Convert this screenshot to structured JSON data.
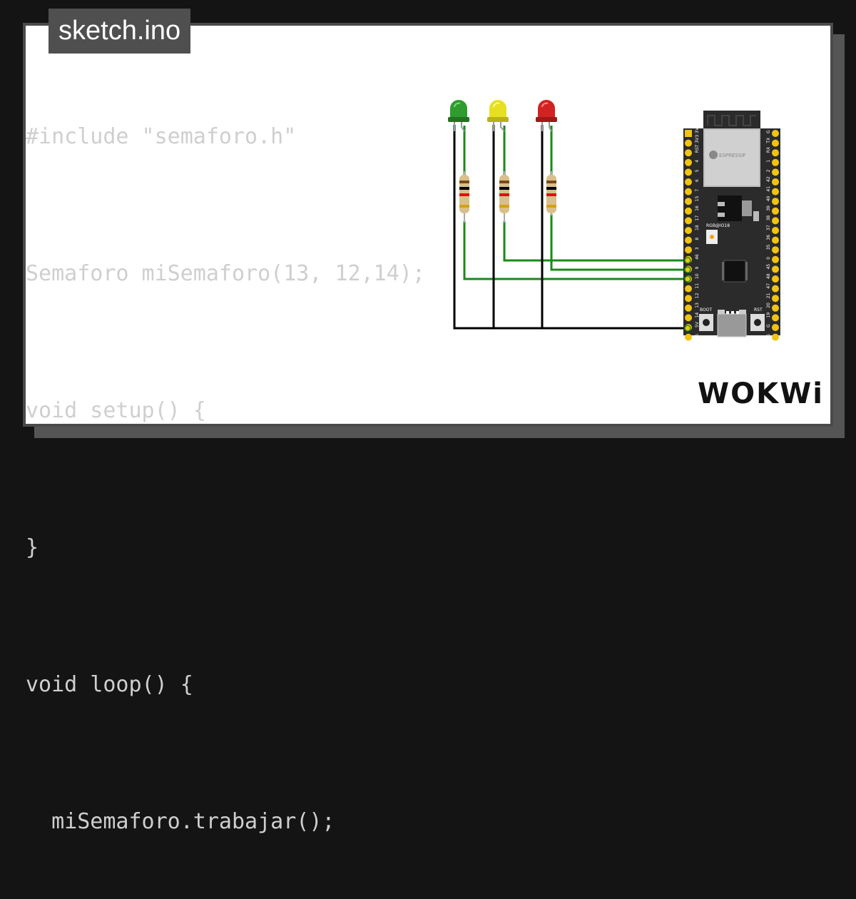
{
  "tab": {
    "filename": "sketch.ino"
  },
  "code_lines": [
    "#include \"semaforo.h\"",
    "Semaforo miSemaforo(13, 12,14);",
    "void setup() {",
    "}",
    "void loop() {",
    "  miSemaforo.trabajar();"
  ],
  "board": {
    "rgb_label": "RGB@IO18",
    "boot_label": "BOOT",
    "rst_label": "RST",
    "module_brand": "ESPRESSIF",
    "left_pins": [
      "3V3",
      "3V3",
      "RST",
      "4",
      "5",
      "6",
      "7",
      "15",
      "16",
      "17",
      "18",
      "8",
      "3",
      "46",
      "9",
      "10",
      "11",
      "12",
      "13",
      "14",
      "5V",
      "G"
    ],
    "right_pins": [
      "G",
      "TX",
      "RX",
      "1",
      "2",
      "42",
      "41",
      "40",
      "39",
      "38",
      "37",
      "36",
      "35",
      "0",
      "45",
      "48",
      "47",
      "21",
      "20",
      "19",
      "G",
      "G"
    ]
  },
  "colors": {
    "led_green": "#2e9c2e",
    "led_yellow": "#e6df22",
    "led_red": "#d32222",
    "wire_signal": "#1a8a1a",
    "wire_ground": "#000000",
    "pin_header": "#f1c40f",
    "board": "#2b2b2b"
  },
  "logo": {
    "text": "WOKWi"
  }
}
